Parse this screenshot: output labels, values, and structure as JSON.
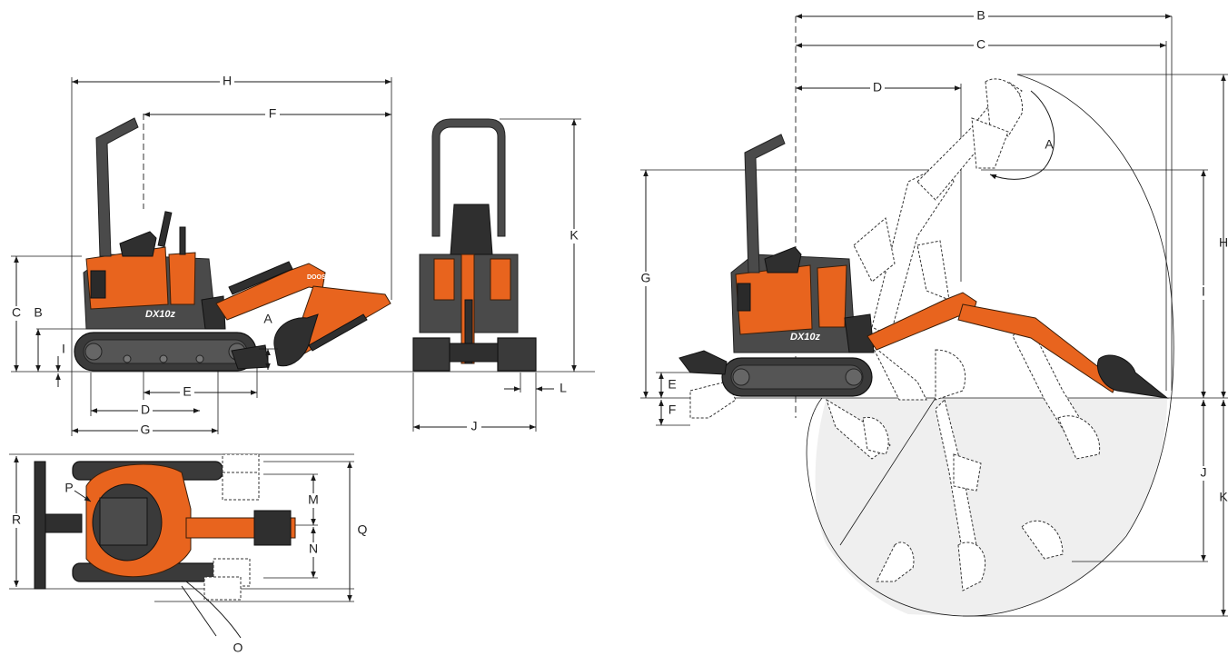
{
  "colors": {
    "accent": "#e8641e",
    "dig_area": "#efefef",
    "line": "#1a1a1a"
  },
  "machine": {
    "model_decal": "DX10z",
    "brand_decal": "DOOSAN"
  },
  "side_view": {
    "labels": {
      "A": "A",
      "B": "B",
      "C": "C",
      "D": "D",
      "E": "E",
      "F": "F",
      "G": "G",
      "H": "H",
      "I": "I"
    }
  },
  "rear_view": {
    "labels": {
      "J": "J",
      "K": "K",
      "L": "L"
    }
  },
  "top_view": {
    "labels": {
      "M": "M",
      "N": "N",
      "O": "O",
      "P": "P",
      "Q": "Q",
      "R": "R"
    }
  },
  "working_range": {
    "labels": {
      "A": "A",
      "B": "B",
      "C": "C",
      "D": "D",
      "E": "E",
      "F": "F",
      "G": "G",
      "H": "H",
      "I": "I",
      "J": "J",
      "K": "K"
    }
  }
}
